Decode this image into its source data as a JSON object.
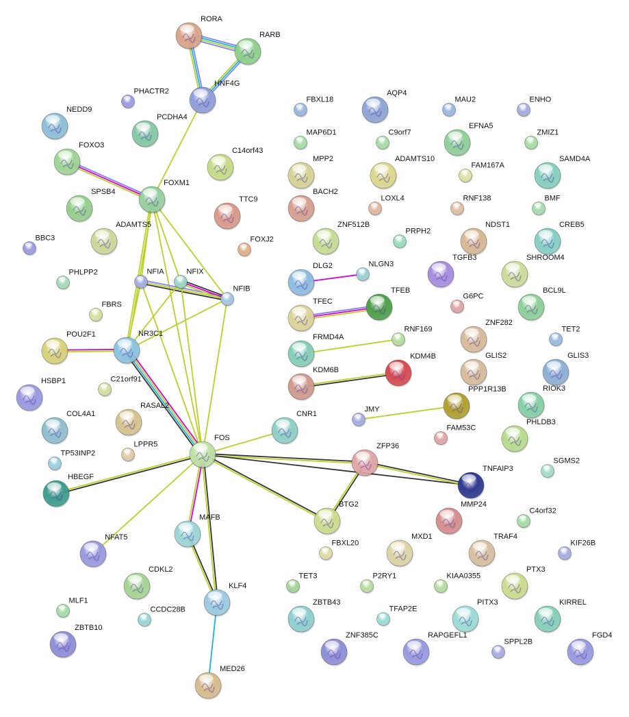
{
  "edge_colors": {
    "db": "#8080ff",
    "exp": "#d400d4",
    "cur": "#1ab0e0",
    "txt": "#bad024",
    "coexp": "#333333"
  },
  "nodes": [
    {
      "label": "RORA",
      "color": "#d9a58a",
      "structure": true
    },
    {
      "label": "RARB",
      "color": "#8fd08a",
      "structure": true
    },
    {
      "label": "HNF4G",
      "color": "#8f9fd9",
      "structure": true
    },
    {
      "label": "PHACTR2",
      "color": "#9c9ce0",
      "structure": false
    },
    {
      "label": "NEDD9",
      "color": "#8fbfd6",
      "structure": true
    },
    {
      "label": "PCDHA4",
      "color": "#86c9a6",
      "structure": true
    },
    {
      "label": "FOXO3",
      "color": "#9fd595",
      "structure": true
    },
    {
      "label": "C14orf43",
      "color": "#c6dc86",
      "structure": true
    },
    {
      "label": "FOXM1",
      "color": "#96d09e",
      "structure": true
    },
    {
      "label": "SPSB4",
      "color": "#96cf8e",
      "structure": true
    },
    {
      "label": "TTC9",
      "color": "#d99a8a",
      "structure": true
    },
    {
      "label": "ADAMTS5",
      "color": "#cdd79a",
      "structure": true
    },
    {
      "label": "FOXJ2",
      "color": "#e0b088",
      "structure": false
    },
    {
      "label": "BBC3",
      "color": "#9c9ce0",
      "structure": false
    },
    {
      "label": "PHLPP2",
      "color": "#a6dcb8",
      "structure": false
    },
    {
      "label": "NFIA",
      "color": "#a6aee0",
      "structure": false
    },
    {
      "label": "NFIX",
      "color": "#9ad6c6",
      "structure": false
    },
    {
      "label": "NFIB",
      "color": "#a6c6e0",
      "structure": false
    },
    {
      "label": "FBRS",
      "color": "#d6e0a0",
      "structure": false
    },
    {
      "label": "POU2F1",
      "color": "#d8d27a",
      "structure": true
    },
    {
      "label": "NR3C1",
      "color": "#8cc4e0",
      "structure": true
    },
    {
      "label": "C21orf91",
      "color": "#d2e0a0",
      "structure": false
    },
    {
      "label": "HSBP1",
      "color": "#9a9ae0",
      "structure": true
    },
    {
      "label": "RASAL2",
      "color": "#d6c48e",
      "structure": true
    },
    {
      "label": "COL4A1",
      "color": "#8fbfcf",
      "structure": true
    },
    {
      "label": "LPPR5",
      "color": "#e0cca6",
      "structure": false
    },
    {
      "label": "TP53INP2",
      "color": "#9ccfe0",
      "structure": false
    },
    {
      "label": "FOS",
      "color": "#bfe0a6",
      "structure": true
    },
    {
      "label": "HBEGF",
      "color": "#3e9e8e",
      "structure": true
    },
    {
      "label": "MAFB",
      "color": "#9cd6d6",
      "structure": true
    },
    {
      "label": "NFAT5",
      "color": "#9a9ae0",
      "structure": true
    },
    {
      "label": "CDKL2",
      "color": "#a6d494",
      "structure": true
    },
    {
      "label": "CCDC28B",
      "color": "#9cd6d6",
      "structure": false
    },
    {
      "label": "KLF4",
      "color": "#9ccae0",
      "structure": true
    },
    {
      "label": "MLF1",
      "color": "#a6dca6",
      "structure": false
    },
    {
      "label": "ZBTB10",
      "color": "#8e8ed6",
      "structure": true
    },
    {
      "label": "MED26",
      "color": "#d6bc8e",
      "structure": true
    },
    {
      "label": "FBXL18",
      "color": "#9cb8e0",
      "structure": false
    },
    {
      "label": "AQP4",
      "color": "#8ea6d6",
      "structure": true
    },
    {
      "label": "MAU2",
      "color": "#9cb8e0",
      "structure": false
    },
    {
      "label": "ENHO",
      "color": "#a6aee0",
      "structure": false
    },
    {
      "label": "MAP6D1",
      "color": "#a6dca6",
      "structure": false
    },
    {
      "label": "C9orf7",
      "color": "#a6dca6",
      "structure": false
    },
    {
      "label": "EFNA5",
      "color": "#8fd09a",
      "structure": true
    },
    {
      "label": "ZMIZ1",
      "color": "#a6dca6",
      "structure": false
    },
    {
      "label": "MPP2",
      "color": "#d6d494",
      "structure": true
    },
    {
      "label": "ADAMTS10",
      "color": "#dcd88e",
      "structure": true
    },
    {
      "label": "FAM167A",
      "color": "#e0e0a6",
      "structure": false
    },
    {
      "label": "SAMD4A",
      "color": "#86cfbe",
      "structure": true
    },
    {
      "label": "BACH2",
      "color": "#d6a08e",
      "structure": true
    },
    {
      "label": "LOXL4",
      "color": "#e0b8a0",
      "structure": false
    },
    {
      "label": "RNF138",
      "color": "#e0c0a6",
      "structure": false
    },
    {
      "label": "BMF",
      "color": "#a6dcb0",
      "structure": false
    },
    {
      "label": "ZNF512B",
      "color": "#c6dc94",
      "structure": true
    },
    {
      "label": "PRPH2",
      "color": "#9cdcbc",
      "structure": false
    },
    {
      "label": "NDST1",
      "color": "#d8b894",
      "structure": true
    },
    {
      "label": "CREB5",
      "color": "#86cfc6",
      "structure": true
    },
    {
      "label": "NLGN3",
      "color": "#9cd0d6",
      "structure": false
    },
    {
      "label": "TGFB3",
      "color": "#a68ee0",
      "structure": true
    },
    {
      "label": "SHROOM4",
      "color": "#ccdc9a",
      "structure": true
    },
    {
      "label": "DLG2",
      "color": "#8ebde0",
      "structure": true
    },
    {
      "label": "G6PC",
      "color": "#e0a6a6",
      "structure": false
    },
    {
      "label": "BCL9L",
      "color": "#8fd09a",
      "structure": true
    },
    {
      "label": "TFEC",
      "color": "#dcd49a",
      "structure": true
    },
    {
      "label": "TFEB",
      "color": "#4ea04a",
      "structure": true
    },
    {
      "label": "RNF169",
      "color": "#b8dca0",
      "structure": false
    },
    {
      "label": "ZNF282",
      "color": "#d8bc9a",
      "structure": true
    },
    {
      "label": "TET2",
      "color": "#9cbce0",
      "structure": false
    },
    {
      "label": "FRMD4A",
      "color": "#86cfb8",
      "structure": true
    },
    {
      "label": "KDM4B",
      "color": "#d84a50",
      "structure": true
    },
    {
      "label": "GLIS2",
      "color": "#d6bc9a",
      "structure": true
    },
    {
      "label": "GLIS3",
      "color": "#8eb0d6",
      "structure": true
    },
    {
      "label": "KDM6B",
      "color": "#d09a8e",
      "structure": true
    },
    {
      "label": "PPP1R13B",
      "color": "#b0a030",
      "structure": true
    },
    {
      "label": "RIOK3",
      "color": "#86cfa6",
      "structure": true
    },
    {
      "label": "JMY",
      "color": "#a6aee0",
      "structure": false
    },
    {
      "label": "FAM53C",
      "color": "#e0a6a6",
      "structure": false
    },
    {
      "label": "PHLDB3",
      "color": "#b8dc8e",
      "structure": true
    },
    {
      "label": "ZFP36",
      "color": "#e0a6a6",
      "structure": true
    },
    {
      "label": "TNFAIP3",
      "color": "#2e3a8e",
      "structure": true
    },
    {
      "label": "SGMS2",
      "color": "#a6dccc",
      "structure": false
    },
    {
      "label": "BTG2",
      "color": "#ccdc8e",
      "structure": true
    },
    {
      "label": "MMP24",
      "color": "#d68e8e",
      "structure": true
    },
    {
      "label": "C4orf32",
      "color": "#a6dca6",
      "structure": false
    },
    {
      "label": "CNR1",
      "color": "#8ecfc6",
      "structure": true
    },
    {
      "label": "FBXL20",
      "color": "#e0dca6",
      "structure": false
    },
    {
      "label": "MXD1",
      "color": "#dcd4a6",
      "structure": true
    },
    {
      "label": "TRAF4",
      "color": "#d8c0a0",
      "structure": true
    },
    {
      "label": "KIF26B",
      "color": "#a6aee0",
      "structure": false
    },
    {
      "label": "TET3",
      "color": "#a6d49a",
      "structure": false
    },
    {
      "label": "P2RY1",
      "color": "#b8dca0",
      "structure": false
    },
    {
      "label": "KIAA0355",
      "color": "#b8dca0",
      "structure": false
    },
    {
      "label": "PTX3",
      "color": "#ccdc8e",
      "structure": true
    },
    {
      "label": "ZBTB43",
      "color": "#8ecfd0",
      "structure": true
    },
    {
      "label": "TFAP2E",
      "color": "#9cdcd6",
      "structure": false
    },
    {
      "label": "PITX3",
      "color": "#9cdcd6",
      "structure": true
    },
    {
      "label": "KIRREL",
      "color": "#86cfb8",
      "structure": true
    },
    {
      "label": "ZNF385C",
      "color": "#8e8ed6",
      "structure": true
    },
    {
      "label": "RAPGEFL1",
      "color": "#9a9ae0",
      "structure": true
    },
    {
      "label": "SPPL2B",
      "color": "#a6aee0",
      "structure": false
    },
    {
      "label": "FGD4",
      "color": "#9a9ae0",
      "structure": true
    }
  ],
  "edges": [
    {
      "a": "RORA",
      "b": "RARB",
      "evidence": [
        "db",
        "cur",
        "txt",
        "db"
      ]
    },
    {
      "a": "RORA",
      "b": "HNF4G",
      "evidence": [
        "db",
        "cur",
        "txt"
      ]
    },
    {
      "a": "RARB",
      "b": "HNF4G",
      "evidence": [
        "db",
        "cur",
        "txt"
      ]
    },
    {
      "a": "HNF4G",
      "b": "FOXM1",
      "evidence": [
        "txt"
      ]
    },
    {
      "a": "FOXO3",
      "b": "FOXM1",
      "evidence": [
        "db",
        "exp",
        "txt"
      ]
    },
    {
      "a": "FOXM1",
      "b": "NFIA",
      "evidence": [
        "txt"
      ]
    },
    {
      "a": "FOXM1",
      "b": "NFIX",
      "evidence": [
        "txt"
      ]
    },
    {
      "a": "FOXM1",
      "b": "NFIB",
      "evidence": [
        "txt"
      ]
    },
    {
      "a": "FOXM1",
      "b": "NR3C1",
      "evidence": [
        "txt",
        "txt"
      ]
    },
    {
      "a": "FOXM1",
      "b": "FOS",
      "evidence": [
        "txt"
      ]
    },
    {
      "a": "NFIA",
      "b": "NFIB",
      "evidence": [
        "db",
        "txt",
        "coexp"
      ]
    },
    {
      "a": "NFIX",
      "b": "NFIB",
      "evidence": [
        "coexp",
        "exp",
        "txt"
      ]
    },
    {
      "a": "NFIA",
      "b": "NR3C1",
      "evidence": [
        "txt"
      ]
    },
    {
      "a": "NFIA",
      "b": "FOS",
      "evidence": [
        "txt"
      ]
    },
    {
      "a": "NFIX",
      "b": "NR3C1",
      "evidence": [
        "txt"
      ]
    },
    {
      "a": "NFIX",
      "b": "FOS",
      "evidence": [
        "txt"
      ]
    },
    {
      "a": "NFIB",
      "b": "NR3C1",
      "evidence": [
        "txt"
      ]
    },
    {
      "a": "NFIB",
      "b": "FOS",
      "evidence": [
        "txt"
      ]
    },
    {
      "a": "POU2F1",
      "b": "NR3C1",
      "evidence": [
        "exp",
        "txt"
      ]
    },
    {
      "a": "NR3C1",
      "b": "FOS",
      "evidence": [
        "exp",
        "txt",
        "cur",
        "coexp"
      ]
    },
    {
      "a": "FOS",
      "b": "CNR1",
      "evidence": [
        "txt"
      ]
    },
    {
      "a": "FOS",
      "b": "ZFP36",
      "evidence": [
        "coexp",
        "txt"
      ]
    },
    {
      "a": "FOS",
      "b": "TNFAIP3",
      "evidence": [
        "coexp"
      ]
    },
    {
      "a": "FOS",
      "b": "BTG2",
      "evidence": [
        "coexp",
        "txt"
      ]
    },
    {
      "a": "FOS",
      "b": "HBEGF",
      "evidence": [
        "coexp",
        "txt"
      ]
    },
    {
      "a": "FOS",
      "b": "NFAT5",
      "evidence": [
        "txt"
      ]
    },
    {
      "a": "FOS",
      "b": "MAFB",
      "evidence": [
        "exp",
        "txt"
      ]
    },
    {
      "a": "FOS",
      "b": "KLF4",
      "evidence": [
        "coexp",
        "txt"
      ]
    },
    {
      "a": "ZFP36",
      "b": "TNFAIP3",
      "evidence": [
        "coexp",
        "txt"
      ]
    },
    {
      "a": "ZFP36",
      "b": "BTG2",
      "evidence": [
        "coexp",
        "txt"
      ]
    },
    {
      "a": "MAFB",
      "b": "KLF4",
      "evidence": [
        "coexp",
        "txt"
      ]
    },
    {
      "a": "KLF4",
      "b": "MED26",
      "evidence": [
        "cur"
      ]
    },
    {
      "a": "DLG2",
      "b": "NLGN3",
      "evidence": [
        "exp"
      ]
    },
    {
      "a": "TFEC",
      "b": "TFEB",
      "evidence": [
        "db",
        "exp",
        "txt"
      ]
    },
    {
      "a": "FRMD4A",
      "b": "RNF169",
      "evidence": [
        "txt"
      ]
    },
    {
      "a": "KDM6B",
      "b": "KDM4B",
      "evidence": [
        "txt",
        "coexp"
      ]
    },
    {
      "a": "JMY",
      "b": "PPP1R13B",
      "evidence": [
        "txt"
      ]
    }
  ]
}
